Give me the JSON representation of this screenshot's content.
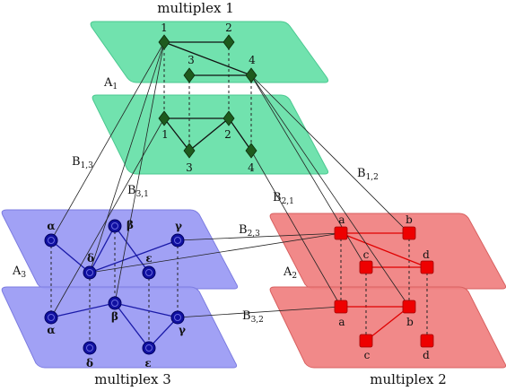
{
  "titles": {
    "m1": "multiplex 1",
    "m2": "multiplex 2",
    "m3": "multiplex 3"
  },
  "layer_labels": {
    "A1": {
      "main": "A",
      "sub": "1"
    },
    "A2": {
      "main": "A",
      "sub": "2"
    },
    "A3": {
      "main": "A",
      "sub": "3"
    }
  },
  "edge_labels": {
    "B13": {
      "main": "B",
      "sub": "1,3"
    },
    "B31": {
      "main": "B",
      "sub": "3,1"
    },
    "B12": {
      "main": "B",
      "sub": "1,2"
    },
    "B21": {
      "main": "B",
      "sub": "2,1"
    },
    "B23": {
      "main": "B",
      "sub": "2,3"
    },
    "B32": {
      "main": "B",
      "sub": "3,2"
    }
  },
  "nodes": {
    "m1": [
      "1",
      "2",
      "3",
      "4"
    ],
    "m2": [
      "a",
      "b",
      "c",
      "d"
    ],
    "m3": [
      "α",
      "β",
      "γ",
      "δ",
      "ε"
    ]
  },
  "colors": {
    "green_layer": "#66e0a8",
    "red_layer": "#f08080",
    "blue_layer": "#9c9cf4",
    "green_node": "#1e5a1e",
    "red_node": "#ee0000",
    "blue_node": "#1010a0"
  }
}
